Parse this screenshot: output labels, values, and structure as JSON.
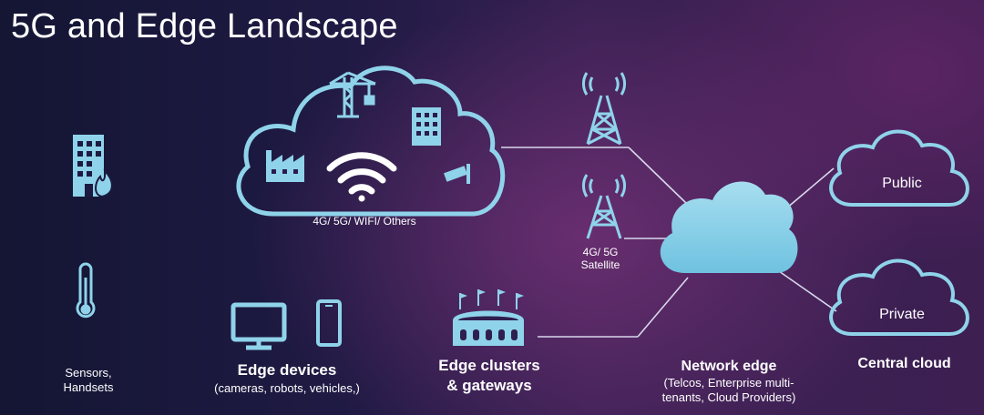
{
  "title": "5G and Edge Landscape",
  "colors": {
    "icon": "#8fd3ea",
    "line": "#d8d8ec",
    "text": "#ffffff"
  },
  "labels": {
    "access_cloud": "4G/ 5G/ WIFI/ Others",
    "satellite": "4G/ 5G\nSatellite",
    "sensors": "Sensors,\nHandsets",
    "edge_devices_title": "Edge devices",
    "edge_devices_sub": "(cameras, robots, vehicles,)",
    "edge_clusters": "Edge clusters\n& gateways",
    "network_edge_title": "Network edge",
    "network_edge_sub": "(Telcos, Enterprise multi-\ntenants, Cloud Providers)",
    "public": "Public",
    "private": "Private",
    "central_cloud": "Central cloud"
  },
  "icons": [
    "building-fire-icon",
    "thermometer-icon",
    "monitor-icon",
    "phone-icon",
    "stadium-icon",
    "crane-icon",
    "factory-icon",
    "office-building-icon",
    "wifi-icon",
    "camera-icon",
    "cell-tower-icon",
    "cloud-icon"
  ]
}
